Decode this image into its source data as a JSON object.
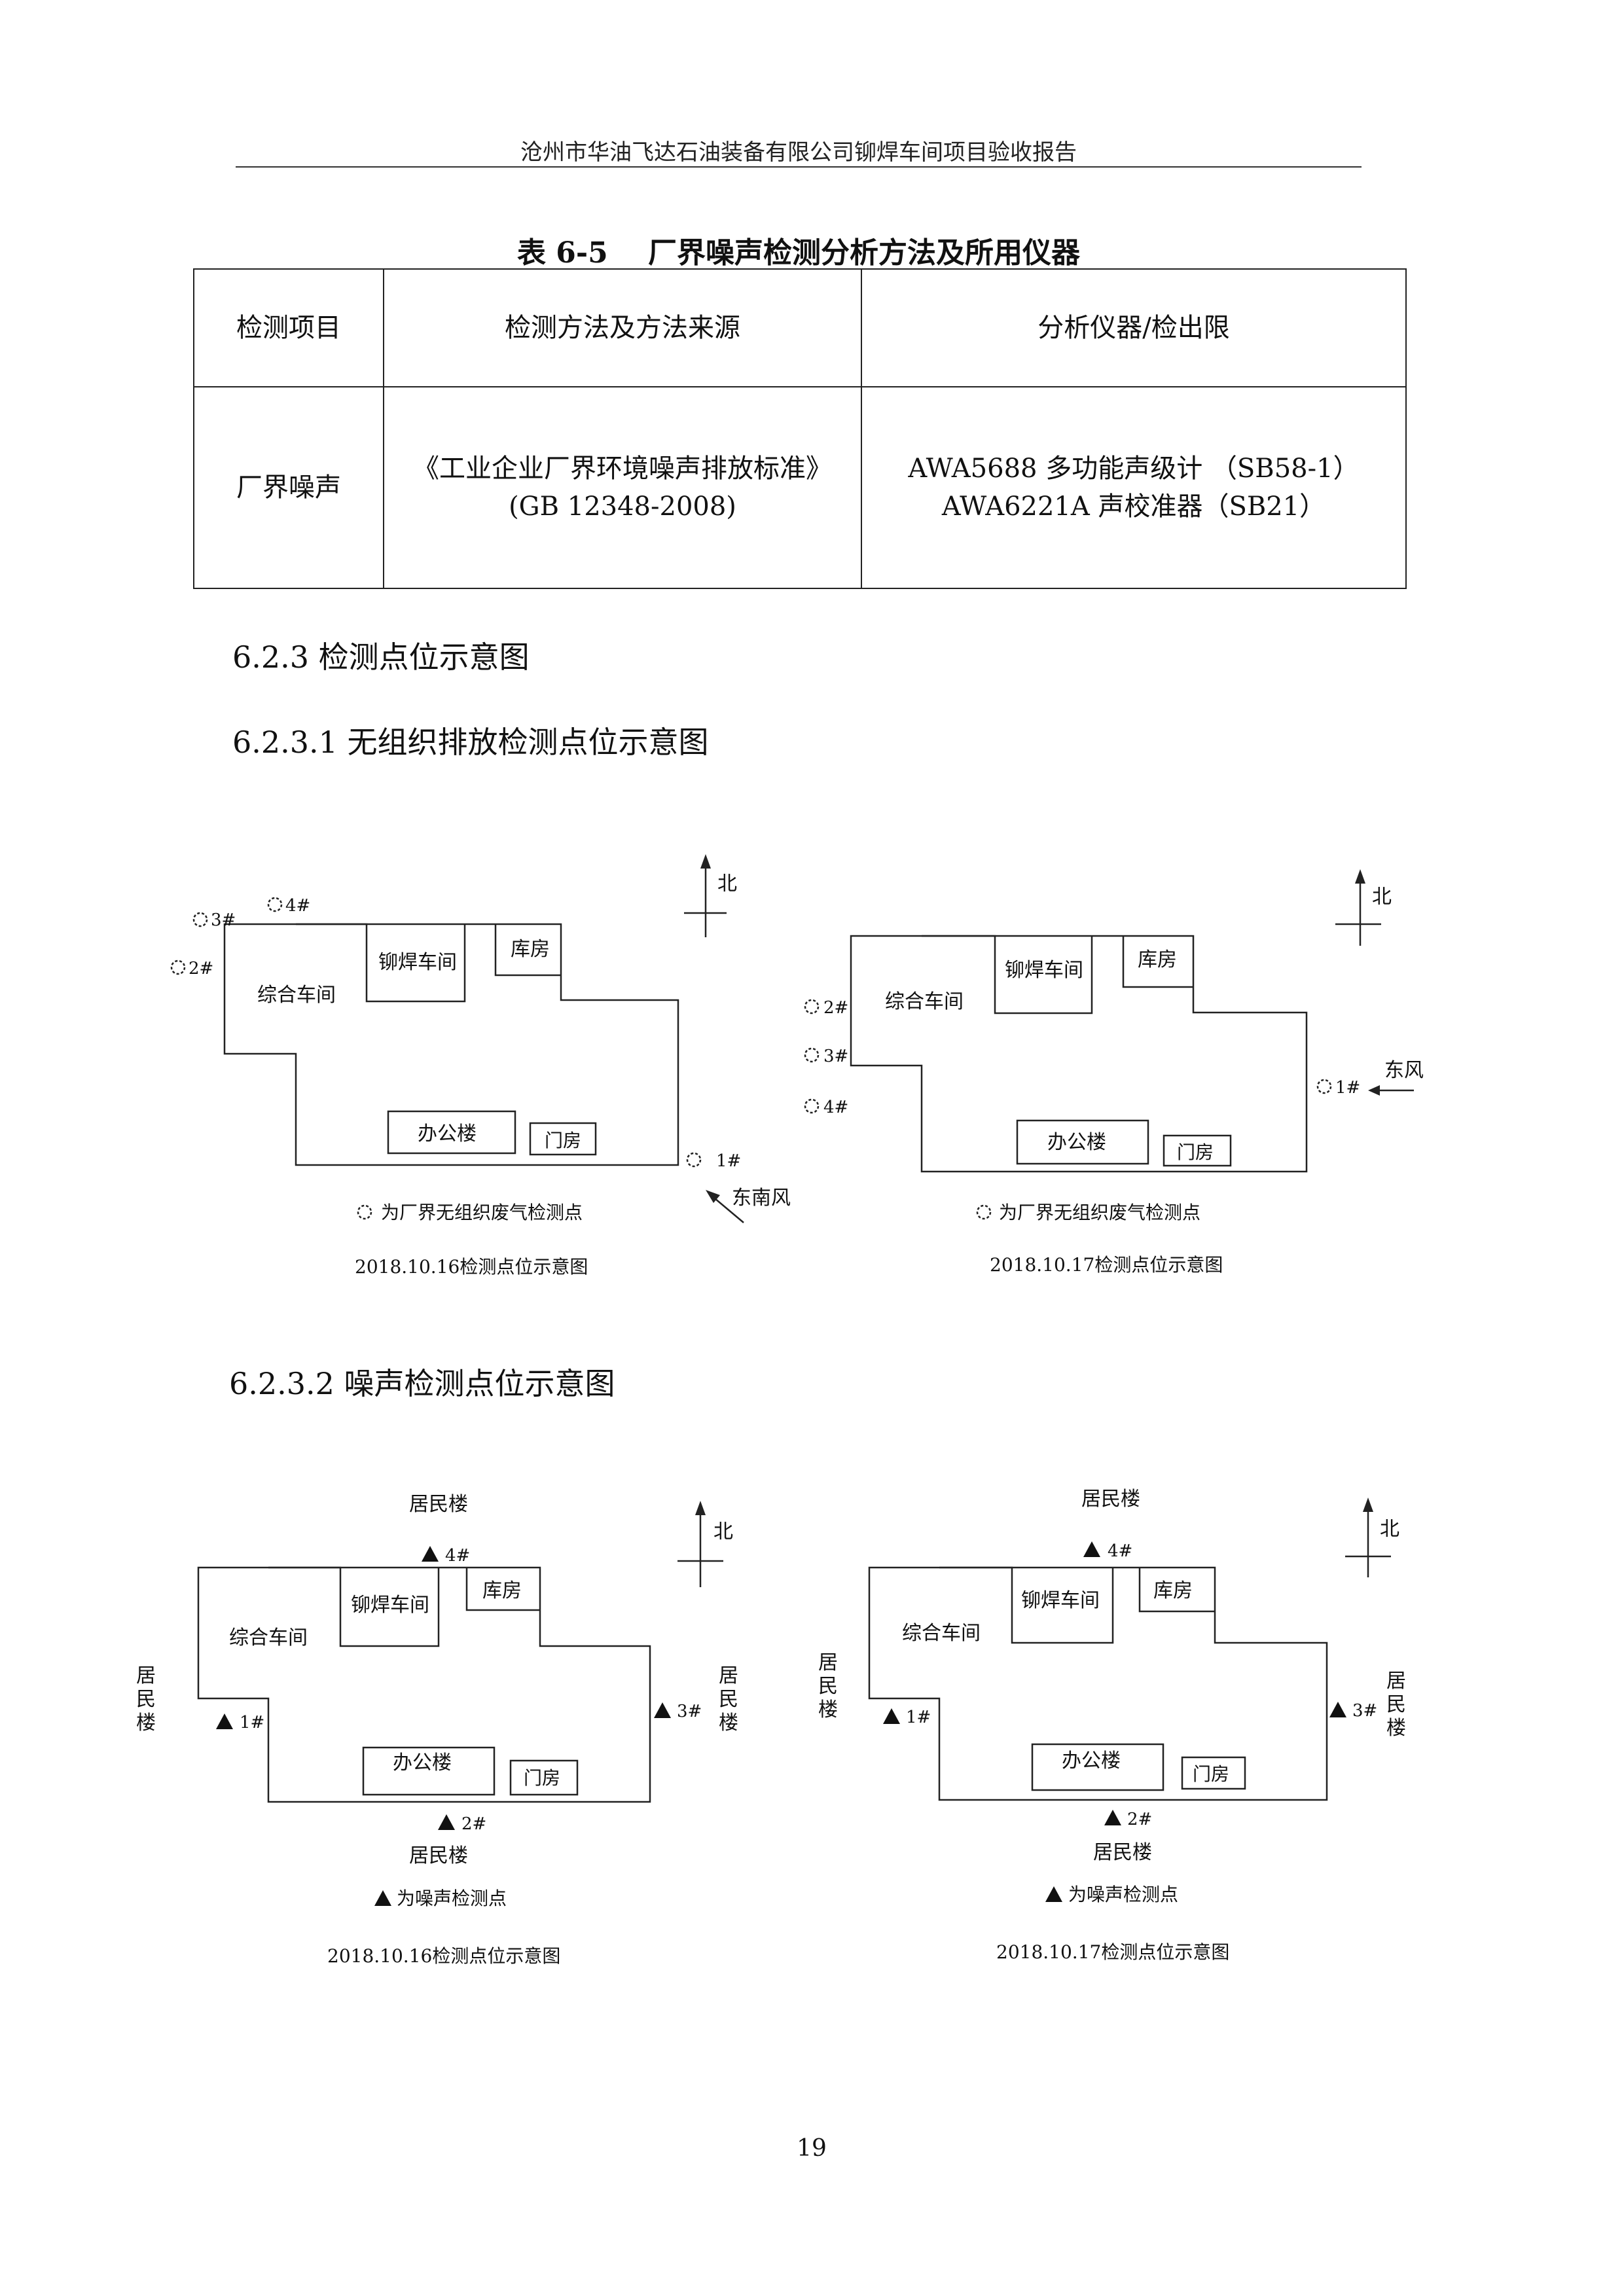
{
  "header": {
    "title": "沧州市华油飞达石油装备有限公司铆焊车间项目验收报告"
  },
  "table": {
    "caption": "表 6-5    厂界噪声检测分析方法及所用仪器",
    "headers": [
      "检测项目",
      "检测方法及方法来源",
      "分析仪器/检出限"
    ],
    "row": {
      "item": "厂界噪声",
      "method_line1": "《工业企业厂界环境噪声排放标准》",
      "method_line2": "(GB 12348-2008)",
      "instrument_line1": "AWA5688 多功能声级计 （SB58-1）",
      "instrument_line2": "AWA6221A 声校准器（SB21）"
    }
  },
  "sections": {
    "s623": "6.2.3  检测点位示意图",
    "s6231": "6.2.3.1 无组织排放检测点位示意图",
    "s6232": "6.2.3.2 噪声检测点位示意图"
  },
  "labels": {
    "zonghe": "综合车间",
    "maohan": "铆焊车间",
    "kufang": "库房",
    "bangong": "办公楼",
    "menfang": "门房",
    "north": "北",
    "resident": "居民楼",
    "resident_v1": "居",
    "resident_v2": "民",
    "resident_v3": "楼"
  },
  "gas": {
    "left": {
      "points": [
        "1#",
        "2#",
        "3#",
        "4#"
      ],
      "wind": "东南风",
      "legend": "为厂界无组织废气检测点",
      "date": "2018.10.16检测点位示意图"
    },
    "right": {
      "points": [
        "1#",
        "2#",
        "3#",
        "4#"
      ],
      "wind": "东风",
      "legend": "为厂界无组织废气检测点",
      "date": "2018.10.17检测点位示意图"
    }
  },
  "noise": {
    "left": {
      "points": [
        "1#",
        "2#",
        "3#",
        "4#"
      ],
      "legend": "为噪声检测点",
      "date": "2018.10.16检测点位示意图"
    },
    "right": {
      "points": [
        "1#",
        "2#",
        "3#",
        "4#"
      ],
      "legend": "为噪声检测点",
      "date": "2018.10.17检测点位示意图"
    }
  },
  "page_number": "19"
}
